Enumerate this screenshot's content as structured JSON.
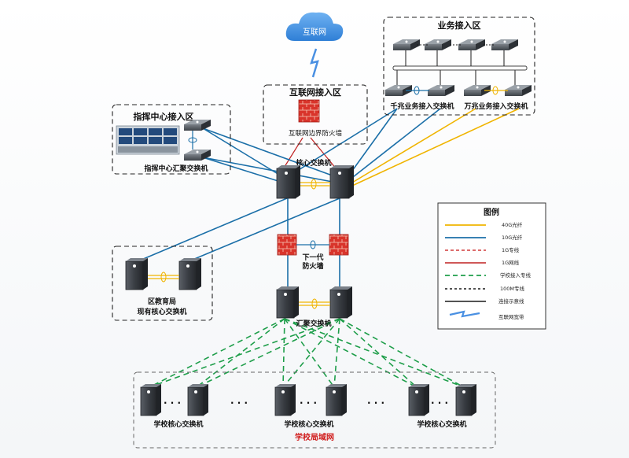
{
  "colors": {
    "line_40g": "#f0b400",
    "line_10g": "#1b6fa8",
    "line_1g_dedicated": "#d23b3b",
    "line_1g_net": "#c02020",
    "line_school": "#1e9e4a",
    "line_100m": "#1a1a1a",
    "accent_red": "#d01c1c",
    "cloud": "#4a90e2"
  },
  "cloud": {
    "label": "互联网",
    "icon": "cloud-icon"
  },
  "zones": {
    "internet_access": {
      "title": "互联网接入区",
      "firewall_label": "互联网边界防火墙"
    },
    "business_access": {
      "title": "业务接入区",
      "gigabit_label": "千兆业务接入交换机",
      "tengig_label": "万兆业务接入交换机"
    },
    "command_center": {
      "title": "指挥中心接入区",
      "switch_label": "指挥中心汇聚交换机"
    },
    "district_bureau": {
      "label_line1": "区教育局",
      "label_line2": "现有核心交换机"
    },
    "school_lan": {
      "title": "学校局域网",
      "switch_label_1": "学校核心交换机",
      "switch_label_2": "学校核心交换机",
      "switch_label_3": "学校核心交换机",
      "dots": "· · ·"
    }
  },
  "core": {
    "label": "核心交换机"
  },
  "ngfw": {
    "label_line1": "下一代",
    "label_line2": "防火墙"
  },
  "aggregation": {
    "label": "汇聚交换机"
  },
  "legend": {
    "title": "图例",
    "items": [
      {
        "label": "40G光纤",
        "style": "solid",
        "color": "#f0b400"
      },
      {
        "label": "10G光纤",
        "style": "solid",
        "color": "#1b6fa8"
      },
      {
        "label": "1G专线",
        "style": "dashed",
        "color": "#d23b3b"
      },
      {
        "label": "1G网线",
        "style": "solid",
        "color": "#c02020"
      },
      {
        "label": "学校接入专线",
        "style": "dashed",
        "color": "#1e9e4a"
      },
      {
        "label": "100M专线",
        "style": "dashed",
        "color": "#1a1a1a"
      },
      {
        "label": "连接示意线",
        "style": "solid",
        "color": "#1a1a1a"
      },
      {
        "label": "互联网宽带",
        "style": "bolt",
        "color": "#4a90e2"
      }
    ]
  }
}
